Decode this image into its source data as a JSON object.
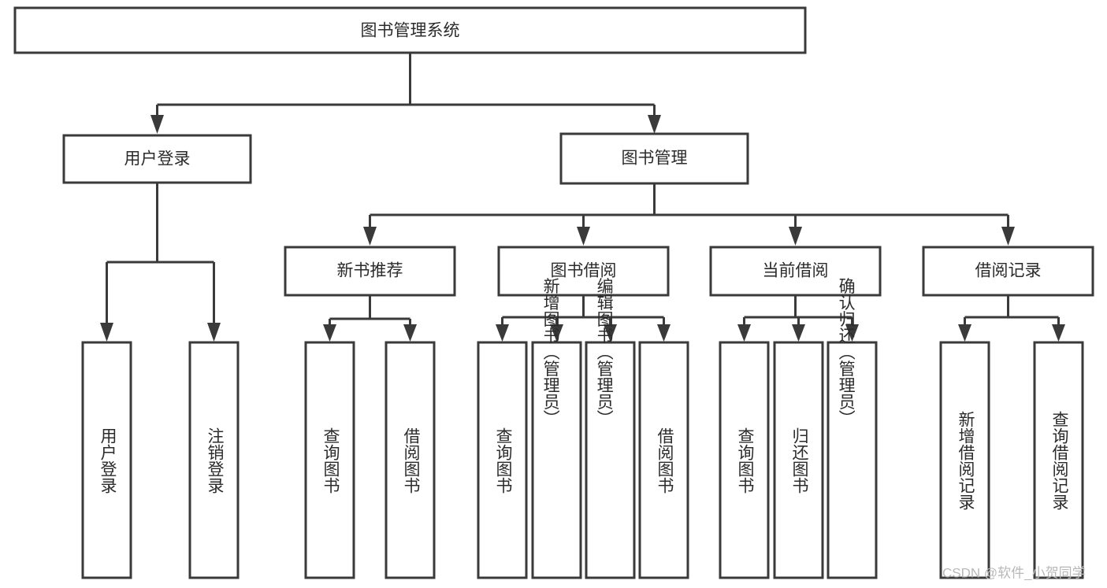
{
  "diagram": {
    "title": "图书管理系统",
    "watermark": "CSDN @软件_小贺同学",
    "colors": {
      "stroke": "#3a3a3a",
      "text": "#2b2b2b",
      "background": "#ffffff",
      "watermark": "#b8b8b8"
    },
    "levels": {
      "root": {
        "label": "图书管理系统"
      },
      "level2": [
        {
          "label": "用户登录"
        },
        {
          "label": "图书管理"
        }
      ],
      "level3": [
        {
          "label": "新书推荐"
        },
        {
          "label": "图书借阅"
        },
        {
          "label": "当前借阅"
        },
        {
          "label": "借阅记录"
        }
      ],
      "leaves": {
        "user_login": [
          {
            "label": "用户登录"
          },
          {
            "label": "注销登录"
          }
        ],
        "new_book_recommend": [
          {
            "label": "查询图书"
          },
          {
            "label": "借阅图书"
          }
        ],
        "book_borrow": [
          {
            "label": "查询图书"
          },
          {
            "label": "新增图书（管理员）"
          },
          {
            "label": "编辑图书（管理员）"
          },
          {
            "label": "借阅图书"
          }
        ],
        "current_borrow": [
          {
            "label": "查询图书"
          },
          {
            "label": "归还图书"
          },
          {
            "label": "确认归还（管理员）"
          }
        ],
        "borrow_record": [
          {
            "label": "新增借阅记录"
          },
          {
            "label": "查询借阅记录"
          }
        ]
      }
    }
  }
}
